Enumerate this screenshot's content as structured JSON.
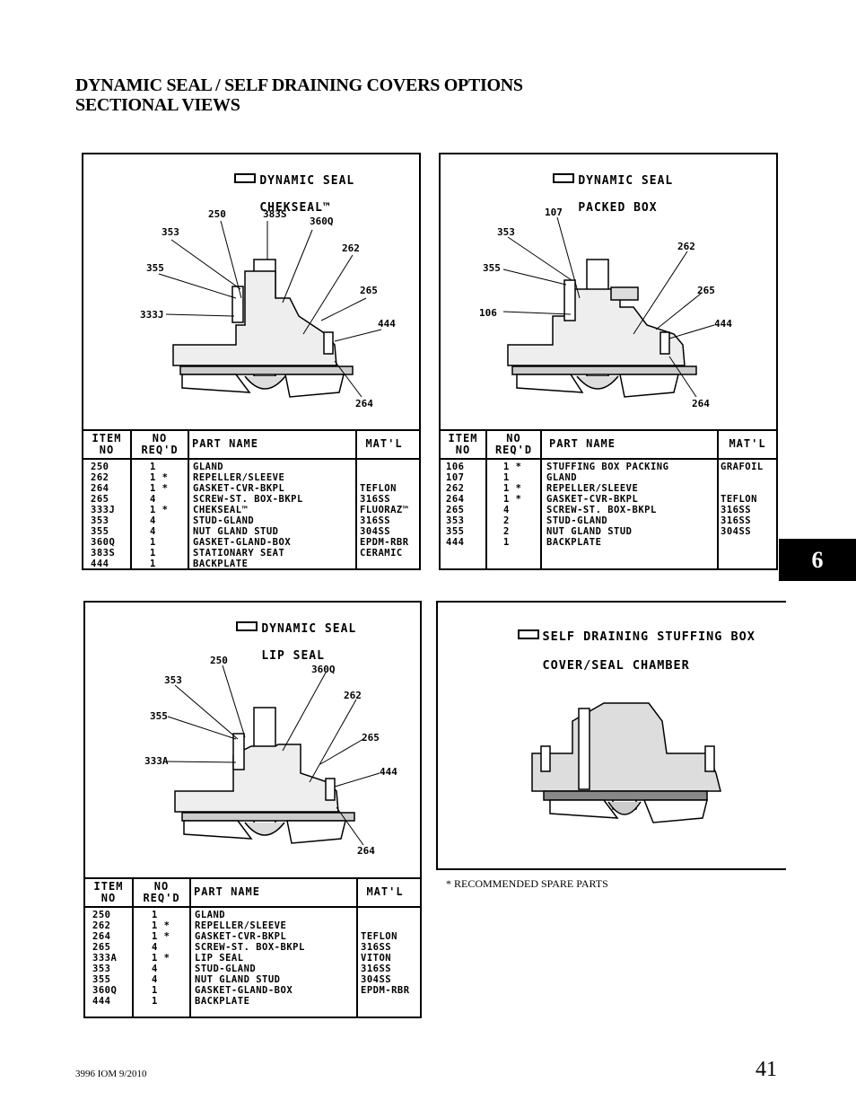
{
  "header": {
    "title_line1": "DYNAMIC SEAL / SELF DRAINING COVERS OPTIONS",
    "title_line2": "SECTIONAL VIEWS"
  },
  "panels": {
    "chekseal": {
      "title_line1": "DYNAMIC SEAL",
      "title_line2": "CHEKSEAL™",
      "callouts": [
        "250",
        "383S",
        "360Q",
        "353",
        "262",
        "355",
        "265",
        "333J",
        "444",
        "264"
      ],
      "headers": {
        "item": "ITEM NO",
        "qty": "NO REQ'D",
        "name": "PART NAME",
        "mat": "MAT'L"
      },
      "rows": [
        {
          "item": "250",
          "qty": "1",
          "name": "GLAND",
          "mat": ""
        },
        {
          "item": "262",
          "qty": "1 *",
          "name": "REPELLER/SLEEVE",
          "mat": ""
        },
        {
          "item": "264",
          "qty": "1 *",
          "name": "GASKET-CVR-BKPL",
          "mat": "TEFLON"
        },
        {
          "item": "265",
          "qty": "4",
          "name": "SCREW-ST. BOX-BKPL",
          "mat": "316SS"
        },
        {
          "item": "333J",
          "qty": "1 *",
          "name": "CHEKSEAL™",
          "mat": "FLUORAZ™"
        },
        {
          "item": "353",
          "qty": "4",
          "name": "STUD-GLAND",
          "mat": "316SS"
        },
        {
          "item": "355",
          "qty": "4",
          "name": "NUT GLAND STUD",
          "mat": "304SS"
        },
        {
          "item": "360Q",
          "qty": "1",
          "name": "GASKET-GLAND-BOX",
          "mat": "EPDM-RBR"
        },
        {
          "item": "383S",
          "qty": "1",
          "name": "STATIONARY SEAT",
          "mat": "CERAMIC"
        },
        {
          "item": "444",
          "qty": "1",
          "name": "BACKPLATE",
          "mat": ""
        }
      ]
    },
    "packed": {
      "title_line1": "DYNAMIC SEAL",
      "title_line2": "PACKED BOX",
      "callouts": [
        "107",
        "353",
        "262",
        "355",
        "265",
        "106",
        "444",
        "264"
      ],
      "headers": {
        "item": "ITEM NO",
        "qty": "NO REQ'D",
        "name": "PART NAME",
        "mat": "MAT'L"
      },
      "rows": [
        {
          "item": "106",
          "qty": "1 *",
          "name": "STUFFING BOX PACKING",
          "mat": "GRAFOIL"
        },
        {
          "item": "107",
          "qty": "1",
          "name": "GLAND",
          "mat": ""
        },
        {
          "item": "262",
          "qty": "1 *",
          "name": "REPELLER/SLEEVE",
          "mat": ""
        },
        {
          "item": "264",
          "qty": "1 *",
          "name": "GASKET-CVR-BKPL",
          "mat": "TEFLON"
        },
        {
          "item": "265",
          "qty": "4",
          "name": "SCREW-ST. BOX-BKPL",
          "mat": "316SS"
        },
        {
          "item": "353",
          "qty": "2",
          "name": "STUD-GLAND",
          "mat": "316SS"
        },
        {
          "item": "355",
          "qty": "2",
          "name": "NUT GLAND STUD",
          "mat": "304SS"
        },
        {
          "item": "444",
          "qty": "1",
          "name": "BACKPLATE",
          "mat": ""
        }
      ]
    },
    "lipseal": {
      "title_line1": "DYNAMIC SEAL",
      "title_line2": "LIP SEAL",
      "callouts": [
        "250",
        "353",
        "360Q",
        "262",
        "355",
        "265",
        "333A",
        "444",
        "264"
      ],
      "headers": {
        "item": "ITEM NO",
        "qty": "NO REQ'D",
        "name": "PART NAME",
        "mat": "MAT'L"
      },
      "rows": [
        {
          "item": "250",
          "qty": "1",
          "name": "GLAND",
          "mat": ""
        },
        {
          "item": "262",
          "qty": "1 *",
          "name": "REPELLER/SLEEVE",
          "mat": ""
        },
        {
          "item": "264",
          "qty": "1 *",
          "name": "GASKET-CVR-BKPL",
          "mat": "TEFLON"
        },
        {
          "item": "265",
          "qty": "4",
          "name": "SCREW-ST. BOX-BKPL",
          "mat": "316SS"
        },
        {
          "item": "333A",
          "qty": "1 *",
          "name": "LIP SEAL",
          "mat": "VITON"
        },
        {
          "item": "353",
          "qty": "4",
          "name": "STUD-GLAND",
          "mat": "316SS"
        },
        {
          "item": "355",
          "qty": "4",
          "name": "NUT GLAND STUD",
          "mat": "304SS"
        },
        {
          "item": "360Q",
          "qty": "1",
          "name": "GASKET-GLAND-BOX",
          "mat": "EPDM-RBR"
        },
        {
          "item": "444",
          "qty": "1",
          "name": "BACKPLATE",
          "mat": ""
        }
      ]
    },
    "selfdrain": {
      "title_line1": "SELF DRAINING STUFFING BOX",
      "title_line2": "COVER/SEAL CHAMBER"
    }
  },
  "note": "* RECOMMENDED SPARE PARTS",
  "section_tab": "6",
  "footer": {
    "doc_id": "3996 IOM  9/2010",
    "page_number": "41"
  }
}
